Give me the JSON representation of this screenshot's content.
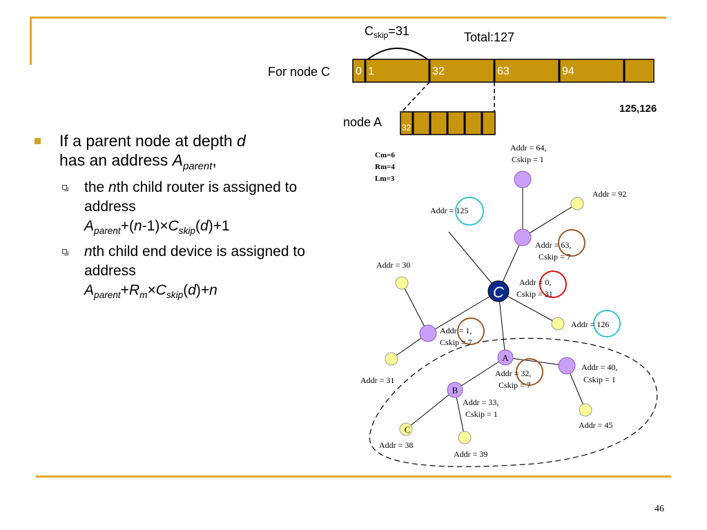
{
  "top": {
    "cskip_label": "C",
    "cskip_sub": "skip",
    "cskip_value": "=31",
    "total": "Total:127",
    "for_node_c": "For node C",
    "node_a": "node A",
    "bar_c_labels": [
      "0",
      "1",
      "32",
      "63",
      "94"
    ],
    "bar_a_label": "32",
    "tail": "125,126"
  },
  "params": {
    "cm": "Cm=6",
    "rm": "Rm=4",
    "lm": "Lm=3"
  },
  "bullets": {
    "main_1": "If a parent node at depth ",
    "main_d": "d",
    "main_2": "has an address ",
    "main_A": "A",
    "main_sub": "parent",
    "main_end": ",",
    "s1_1": "the ",
    "s1_n": "n",
    "s1_2": "th child router is assigned to address",
    "s1_formula_A": "A",
    "s1_formula_sub": "parent",
    "s1_formula_rest1": "+(",
    "s1_formula_n": "n",
    "s1_formula_rest2": "-1)×",
    "s1_formula_C": "C",
    "s1_formula_csub": "skip",
    "s1_formula_rest3": "(",
    "s1_formula_d": "d",
    "s1_formula_rest4": ")+1",
    "s2_n": "n",
    "s2_1": "th child end device is assigned to address",
    "s2_formula_A": "A",
    "s2_formula_sub": "parent",
    "s2_formula_plus": "+",
    "s2_formula_R": "R",
    "s2_formula_m": "m",
    "s2_formula_x": "×",
    "s2_formula_C": "C",
    "s2_formula_csub": "skip",
    "s2_formula_rest1": "(",
    "s2_formula_d": "d",
    "s2_formula_rest2": ")+",
    "s2_formula_n": "n"
  },
  "tree": {
    "addr64": "Addr = 64,",
    "cskip1a": "Cskip = 1",
    "addr92": "Addr = 92",
    "addr125": "Addr = 125",
    "addr63": "Addr = 63,",
    "cskip7a": "Cskip = 7",
    "addr30": "Addr = 30",
    "root_letter": "C",
    "addr0": "Addr = 0,",
    "cskip31": "Cskip = 31",
    "addr1": "Addr = 1,",
    "cskip7b": "Cskip = 7",
    "addr126": "Addr = 126",
    "addr31": "Addr = 31",
    "node_a_letter": "A",
    "addr32": "Addr = 32,",
    "cskip7c": "Cskip = 7",
    "addr40": "Addr = 40,",
    "cskip1b": "Cskip = 1",
    "node_b_letter": "B",
    "addr33": "Addr = 33,",
    "cskip1c": "Cskip = 1",
    "node_c_letter": "C",
    "addr38": "Addr = 38",
    "addr39": "Addr = 39",
    "addr45": "Addr = 45"
  },
  "page_number": "46",
  "colors": {
    "accent": "#E0A92A",
    "bar_fill": "#C8960C",
    "router": "#C9A0F5",
    "end_device": "#FFFF99",
    "root": "#0A2A8C",
    "cyan": "#33C5CC",
    "brown": "#9A5A2A",
    "red": "#E01010"
  }
}
